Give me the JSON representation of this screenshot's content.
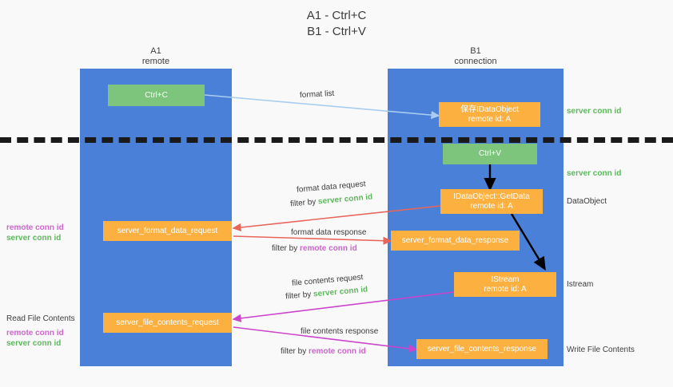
{
  "title": "A1 - Ctrl+C\nB1 - Ctrl+V",
  "colors": {
    "lane": "#4a80d8",
    "green_node": "#7dc47d",
    "orange_node": "#fbb040",
    "green_text": "#5cb85c",
    "purple_text": "#cc66cc",
    "blue_arrow": "#a8cdf0",
    "red_arrow": "#e8655a",
    "magenta_arrow": "#cc44cc",
    "black_arrow": "#000000",
    "background": "#f9f9f9"
  },
  "lanes": [
    {
      "id": "a1",
      "header": "A1\nremote"
    },
    {
      "id": "b1",
      "header": "B1\nconnection"
    }
  ],
  "nodes": [
    {
      "id": "ctrl-c",
      "kind": "green",
      "line1": "Ctrl+C",
      "line2": ""
    },
    {
      "id": "save-idataobject",
      "kind": "orange",
      "line1": "保存IDataObject",
      "line2": "remote id: A"
    },
    {
      "id": "ctrl-v",
      "kind": "green",
      "line1": "Ctrl+V",
      "line2": ""
    },
    {
      "id": "idataobject-getdata",
      "kind": "orange",
      "line1": "IDataObject::GetData",
      "line2": "remote id: A"
    },
    {
      "id": "server-format-data-request",
      "kind": "orange",
      "line1": "server_format_data_request",
      "line2": ""
    },
    {
      "id": "server-format-data-response",
      "kind": "orange",
      "line1": "server_format_data_response",
      "line2": ""
    },
    {
      "id": "istream",
      "kind": "orange",
      "line1": "IStream",
      "line2": "remote id: A"
    },
    {
      "id": "server-file-contents-request",
      "kind": "orange",
      "line1": "server_file_contents_request",
      "line2": ""
    },
    {
      "id": "server-file-contents-response",
      "kind": "orange",
      "line1": "server_file_contents_response",
      "line2": ""
    }
  ],
  "edge_labels": {
    "format_list": "format list",
    "format_data_request": "format data request",
    "format_data_response": "format data response",
    "file_contents_request": "file contents request",
    "file_contents_response": "file contents response",
    "filter_by": "filter by",
    "server_conn_id": "server conn id",
    "remote_conn_id": "remote conn id"
  },
  "right_labels": [
    {
      "id": "server-conn-id-top",
      "text": "server conn id",
      "tone": "green"
    },
    {
      "id": "server-conn-id-mid",
      "text": "server conn id",
      "tone": "green"
    },
    {
      "id": "dataobject",
      "text": "DataObject",
      "tone": "plain"
    },
    {
      "id": "istream-label",
      "text": "Istream",
      "tone": "plain"
    },
    {
      "id": "write-file-contents",
      "text": "Write File Contents",
      "tone": "plain"
    }
  ],
  "left_labels": {
    "group_top": {
      "remote": "remote conn id",
      "server": "server conn id"
    },
    "read_file_contents": "Read File Contents",
    "group_bottom": {
      "remote": "remote conn id",
      "server": "server conn id"
    }
  }
}
